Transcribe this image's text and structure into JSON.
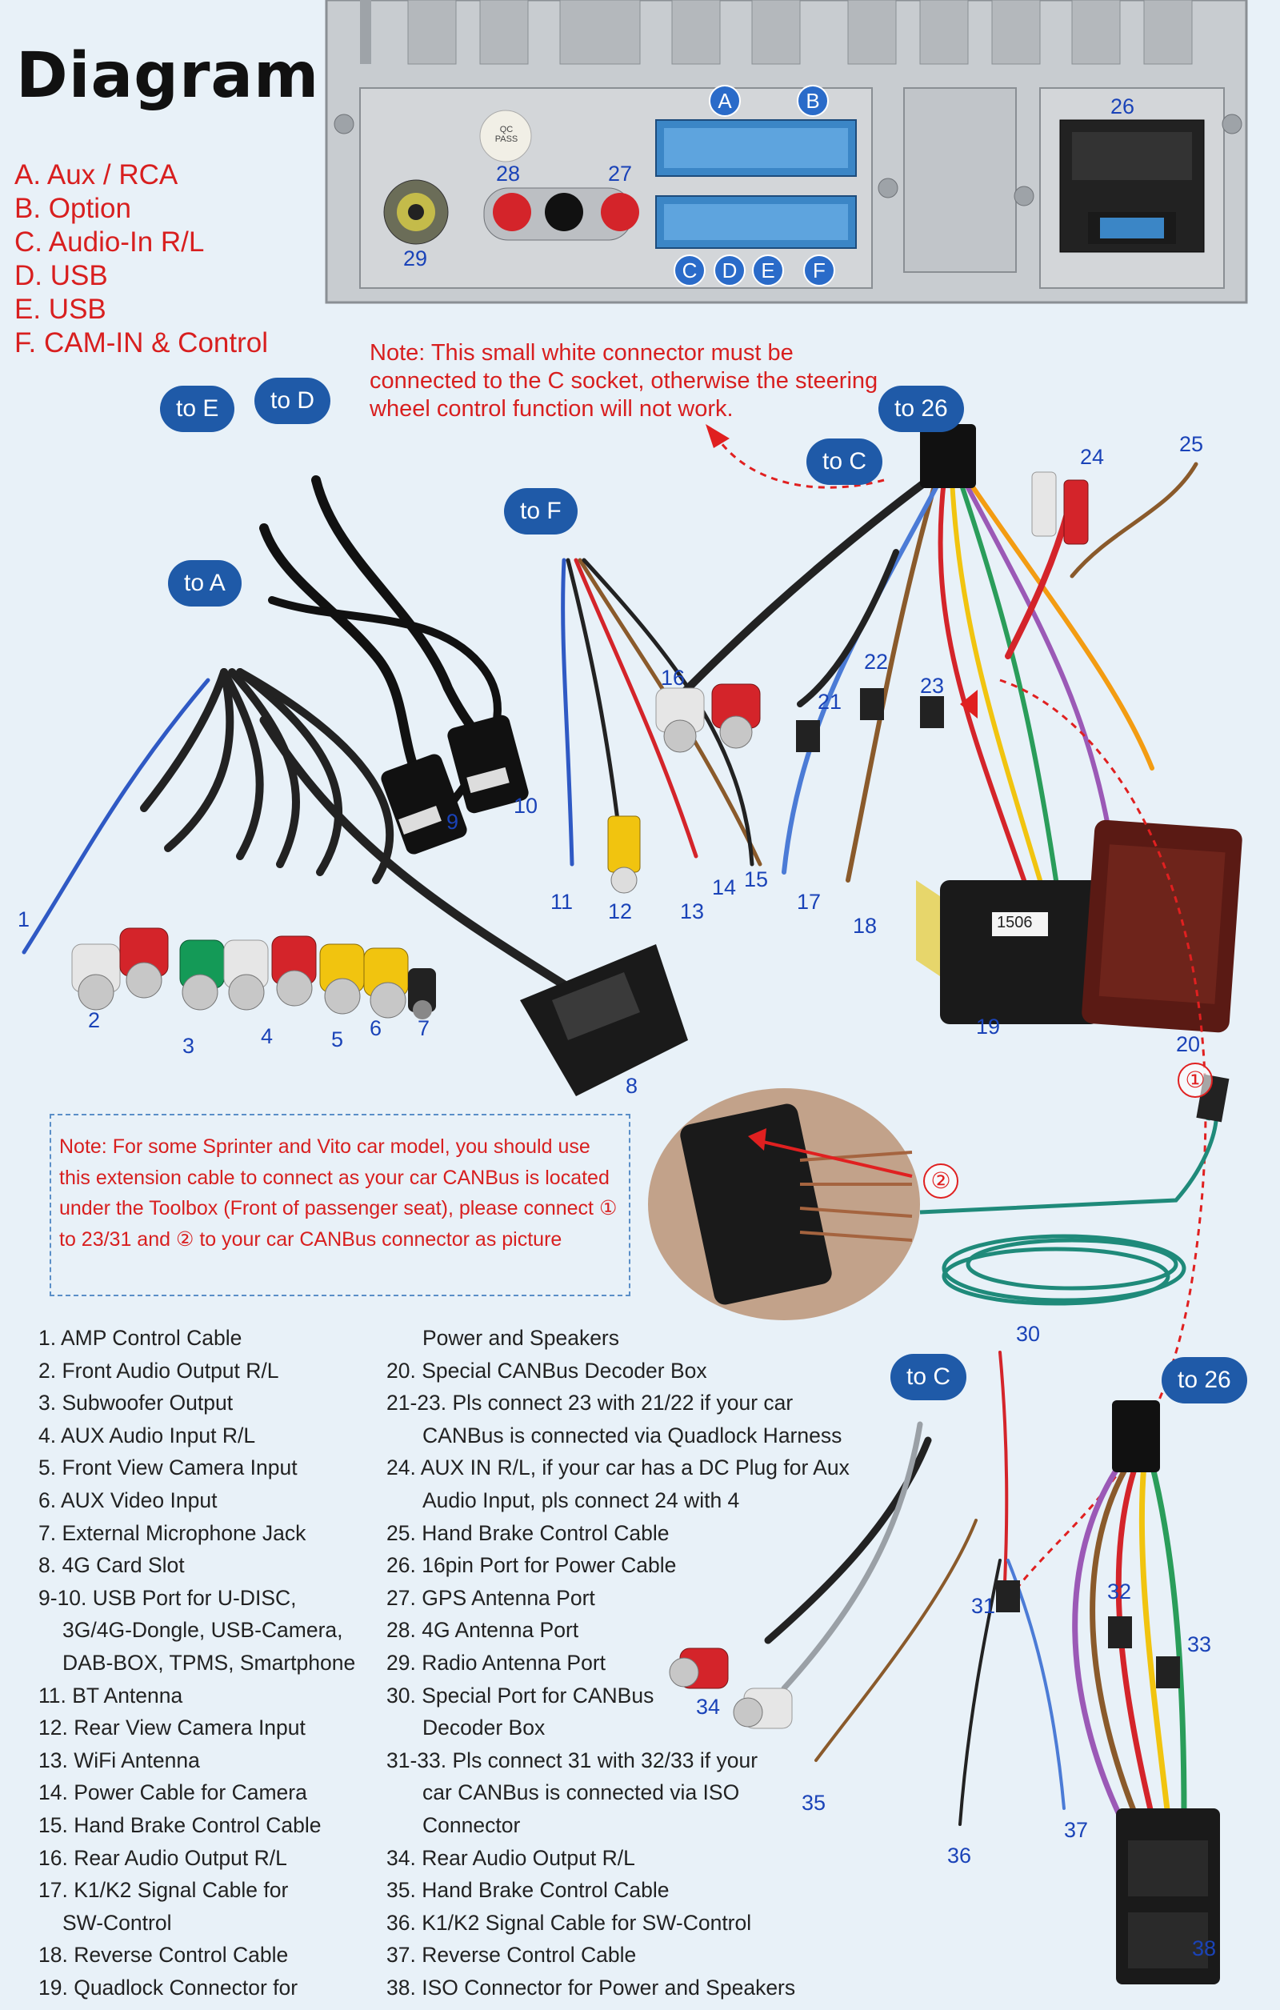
{
  "title": "Diagram",
  "legend": [
    "A. Aux / RCA",
    "B. Option",
    "C. Audio-In R/L",
    "D. USB",
    "E. USB",
    "F. CAM-IN & Control"
  ],
  "note_top": "Note: This small white connector must be connected to the C socket, otherwise the steering wheel control function will not work.",
  "note_box": "Note: For some Sprinter and Vito car model, you should use this extension cable to connect as your car CANBus is located under the Toolbox (Front of passenger seat), please connect ① to 23/31 and ② to your car CANBus connector as picture",
  "socket_labels": {
    "a": "A",
    "b": "B",
    "c": "C",
    "d": "D",
    "e": "E",
    "f": "F",
    "p26": "26",
    "p27": "27",
    "p28": "28",
    "p29": "29",
    "qc_pass": "QC PASS"
  },
  "tags": {
    "to_e": "to E",
    "to_d": "to D",
    "to_a": "to A",
    "to_f": "to F",
    "to_c_1": "to C",
    "to_26_1": "to 26",
    "to_c_2": "to C",
    "to_26_2": "to 26"
  },
  "callouts": {
    "c1": "1",
    "c2": "2",
    "c3": "3",
    "c4": "4",
    "c5": "5",
    "c6": "6",
    "c7": "7",
    "c8": "8",
    "c9": "9",
    "c10": "10",
    "c11": "11",
    "c12": "12",
    "c13": "13",
    "c14": "14",
    "c15": "15",
    "c16": "16",
    "c17": "17",
    "c18": "18",
    "c19": "19",
    "c20": "20",
    "c21": "21",
    "c22": "22",
    "c23": "23",
    "c24": "24",
    "c25": "25",
    "c30": "30",
    "c31": "31",
    "c32": "32",
    "c33": "33",
    "c34": "34",
    "c35": "35",
    "c36": "36",
    "c37": "37",
    "c38": "38",
    "circ1": "①",
    "circ2": "②",
    "box_code": "1506"
  },
  "list_left": [
    "1. AMP Control Cable",
    "2. Front Audio Output R/L",
    "3. Subwoofer Output",
    "4. AUX Audio Input R/L",
    "5. Front View Camera Input",
    "6. AUX Video Input",
    "7. External Microphone Jack",
    "8. 4G Card Slot",
    "9-10. USB Port for U-DISC,",
    "3G/4G-Dongle, USB-Camera,",
    "DAB-BOX, TPMS, Smartphone",
    "11. BT Antenna",
    "12. Rear View Camera Input",
    "13. WiFi Antenna",
    "14. Power Cable for Camera",
    "15. Hand Brake Control Cable",
    "16. Rear Audio Output R/L",
    "17. K1/K2 Signal Cable for",
    "SW-Control",
    "18. Reverse Control Cable",
    "19. Quadlock Connector for"
  ],
  "list_right": [
    "Power and Speakers",
    "20. Special CANBus Decoder Box",
    "21-23. Pls connect 23 with 21/22 if your car",
    "CANBus is connected via Quadlock Harness",
    "24. AUX IN R/L, if your car has a DC Plug for Aux",
    "Audio Input, pls connect 24 with 4",
    "25. Hand Brake Control Cable",
    "26. 16pin Port for Power Cable",
    "27. GPS Antenna Port",
    "28. 4G Antenna Port",
    "29. Radio Antenna Port",
    "30. Special Port for CANBus",
    "Decoder Box",
    "31-33. Pls connect 31 with 32/33 if your",
    "car CANBus is connected via ISO",
    "Connector",
    "34. Rear Audio Output R/L",
    "35. Hand Brake Control Cable",
    "36. K1/K2 Signal Cable for SW-Control",
    "37. Reverse Control Cable",
    "38. ISO Connector for Power and Speakers"
  ],
  "list_indent_left": [
    false,
    false,
    false,
    false,
    false,
    false,
    false,
    false,
    false,
    true,
    true,
    false,
    false,
    false,
    false,
    false,
    false,
    false,
    true,
    false,
    false
  ],
  "list_indent_right": [
    true,
    false,
    false,
    true,
    false,
    true,
    false,
    false,
    false,
    false,
    false,
    false,
    true,
    false,
    true,
    true,
    false,
    false,
    false,
    false,
    false
  ]
}
